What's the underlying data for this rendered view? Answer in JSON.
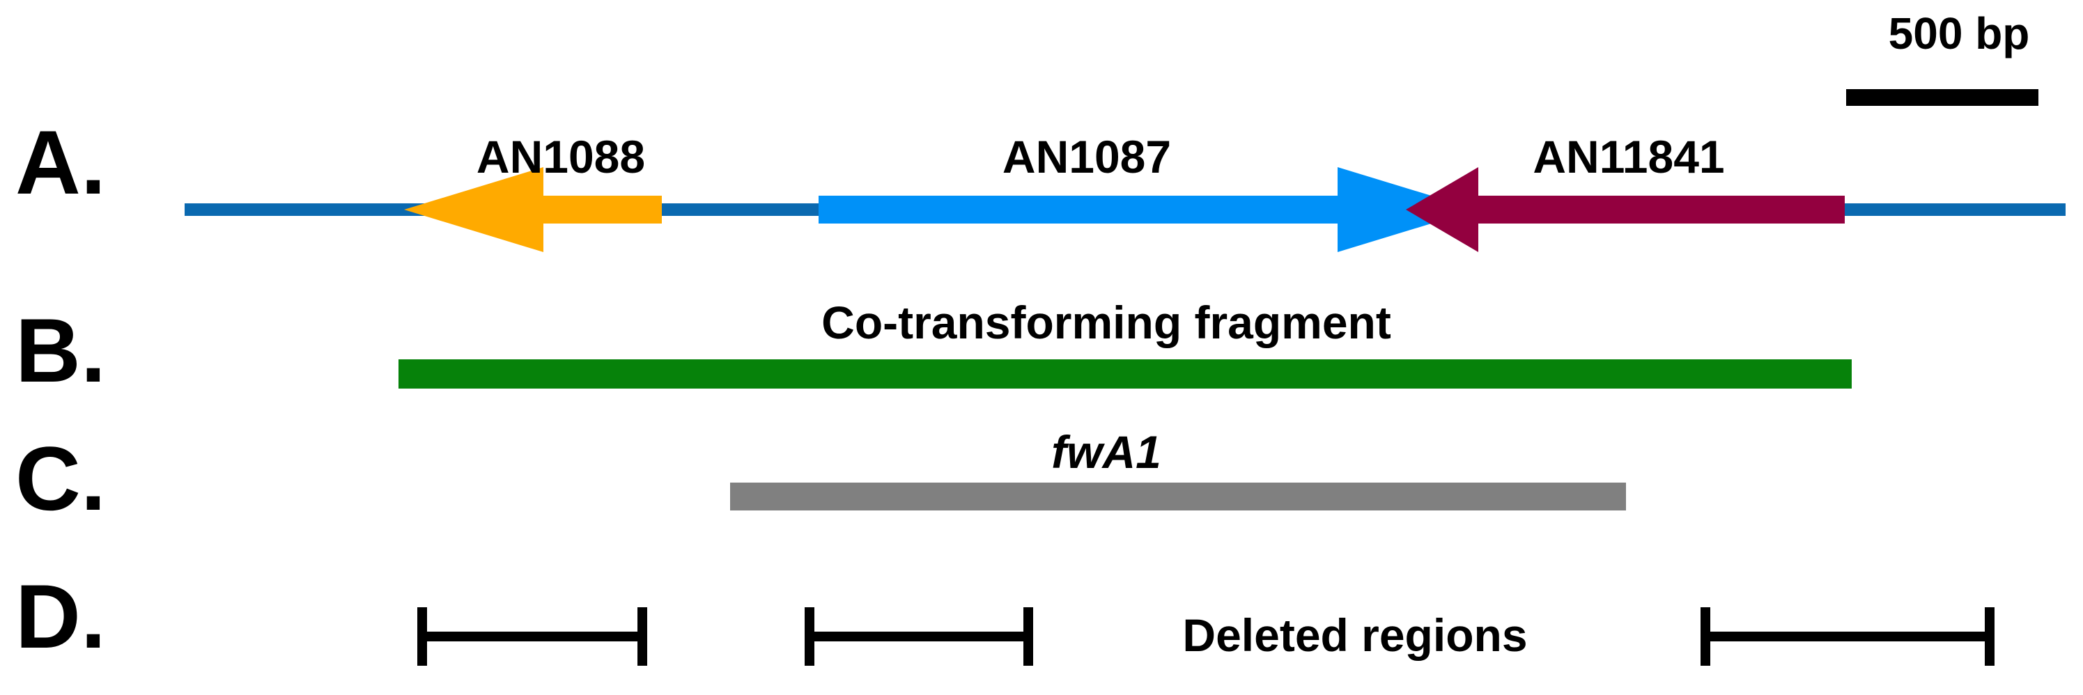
{
  "rows": {
    "a": {
      "label": "A."
    },
    "b": {
      "label": "B."
    },
    "c": {
      "label": "C."
    },
    "d": {
      "label": "D."
    }
  },
  "scale_bar": {
    "label": "500 bp"
  },
  "genes": [
    {
      "name": "AN1088",
      "color": "#FFAA00",
      "direction": "left"
    },
    {
      "name": "AN1087",
      "color": "#0091F8",
      "direction": "right"
    },
    {
      "name": "AN11841",
      "color": "#93003F",
      "direction": "left"
    }
  ],
  "genomic_line": {
    "color": "#0A69B0"
  },
  "cotransforming_fragment": {
    "label": "Co-transforming fragment",
    "color": "#06820A"
  },
  "allele": {
    "label": "fwA1",
    "color": "#808080"
  },
  "deleted_regions": {
    "label": "Deleted regions",
    "count": 3,
    "color": "#000000"
  }
}
